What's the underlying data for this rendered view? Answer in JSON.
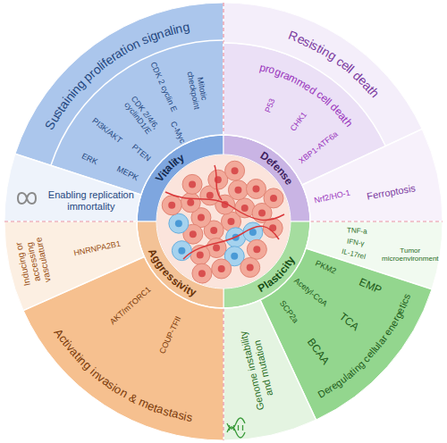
{
  "diagram": {
    "nodes": [
      {
        "text": [
          "Vitality"
        ]
      },
      {
        "text": [
          "Defense"
        ]
      },
      {
        "text": [
          "Plasticity"
        ]
      },
      {
        "text": [
          "Aggressivity"
        ]
      },
      {
        "text": [
          "Sustaining proliferation signaling",
          "ERK",
          "MEPK",
          "PI3K/AKT",
          "PTEN",
          "CDK 2/4/6, cyclinD1/E",
          "C-Myc",
          "CDK 2 cyclin E",
          "Mitotic checkpoint"
        ]
      },
      {
        "text": [
          "Enabling replication immortality"
        ]
      },
      {
        "text": [
          "Resisting cell death"
        ]
      },
      {
        "text": [
          "programmed cell death",
          "P53",
          "CHK1",
          "XBP1-ATF6a"
        ],
        "in": 6
      },
      {
        "text": [
          "Ferroptosis",
          "Nrf2/HO-1"
        ]
      },
      {
        "text": [
          "Tumor microenvironment",
          "TNF-a",
          "IFN-γ",
          "IL-17rel"
        ]
      },
      {
        "text": [
          "Deregulating cellular energetics",
          "EMP",
          "PKM2",
          "TCA",
          "Acetyl-CoA",
          "BCAA",
          "SCP2a"
        ]
      },
      {
        "text": [
          "Genome instability and mutation"
        ]
      },
      {
        "text": [
          "Inducing or accessing vasculature",
          "HNRNPA2B1"
        ]
      },
      {
        "text": [
          "Activating invasion & metastasis",
          "COUP-TFII",
          "AKT/mTORC1"
        ]
      }
    ]
  }
}
